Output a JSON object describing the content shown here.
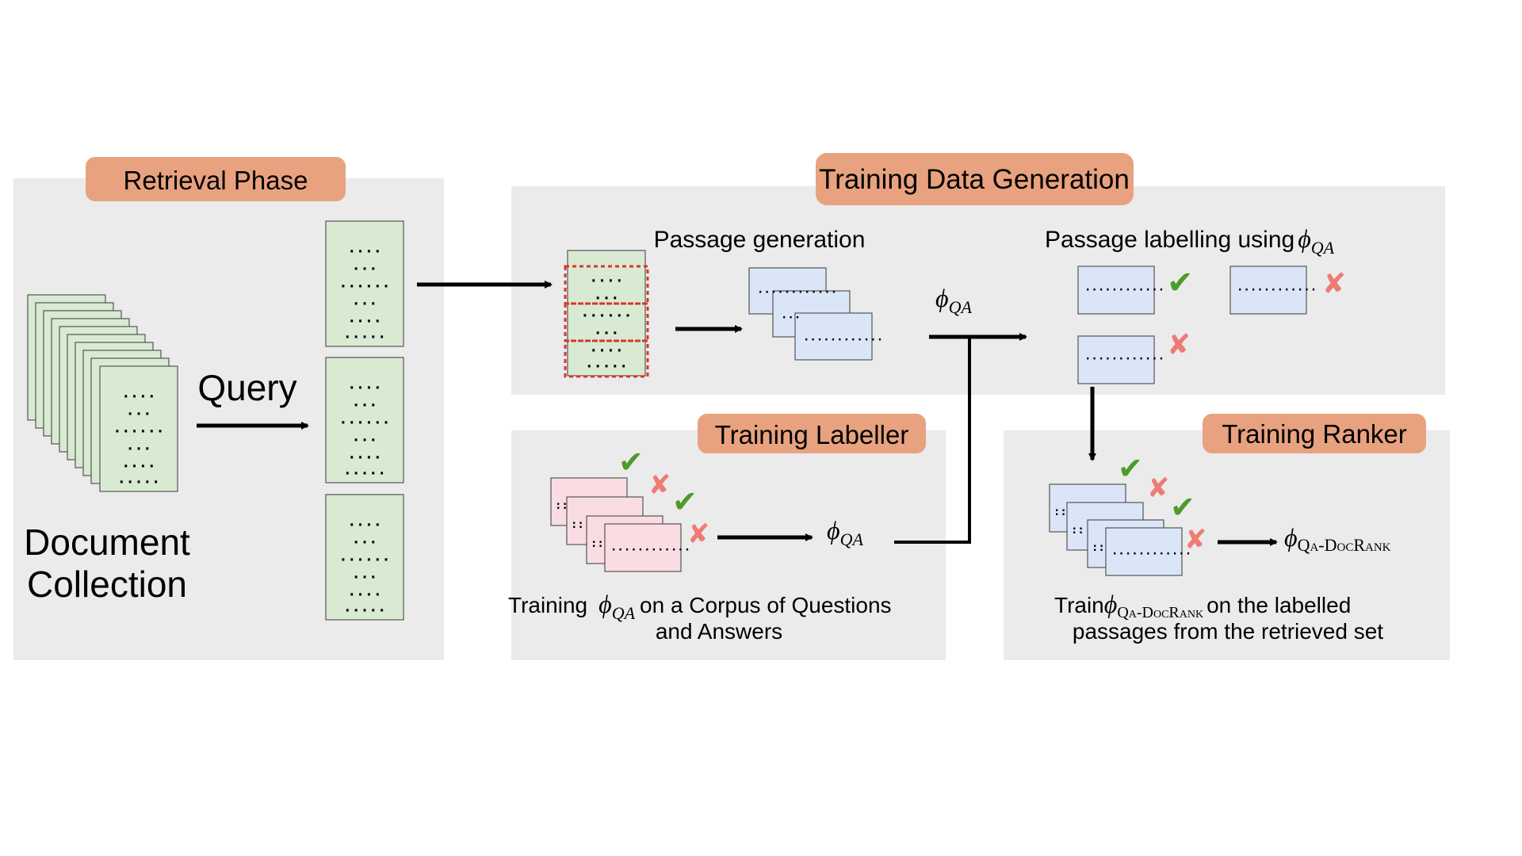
{
  "retrieval": {
    "title": "Retrieval Phase",
    "query_label": "Query",
    "collection_line1": "Document",
    "collection_line2": "Collection"
  },
  "generation": {
    "title": "Training Data Generation",
    "passage_generation": "Passage generation",
    "passage_labelling": "Passage labelling using",
    "phi_label": "ϕ",
    "phi_sub": "QA"
  },
  "labeller": {
    "title": "Training Labeller",
    "phi_label": "ϕ",
    "phi_sub": "QA",
    "caption_prefix": "Training",
    "caption_suffix": "on a Corpus of Questions",
    "caption_line2": "and Answers"
  },
  "ranker": {
    "title": "Training Ranker",
    "phi_label": "ϕ",
    "phi_sub": "Qa-DocRank",
    "caption_prefix": "Train",
    "caption_suffix": "on the labelled",
    "caption_line2": "passages from the retrieved set"
  },
  "colors": {
    "panel_bg": "#ebebeb",
    "title_pill": "#e8a27f",
    "doc_green": "#d9ead3",
    "passage_blue": "#dae6f8",
    "passage_pink": "#f9dde3",
    "check_green": "#4e9a2c",
    "cross_red": "#ee7b74",
    "dashed_red": "#d9362b"
  },
  "icons": [
    "check-icon",
    "cross-icon",
    "arrow-icon",
    "document-icon",
    "passage-icon"
  ]
}
